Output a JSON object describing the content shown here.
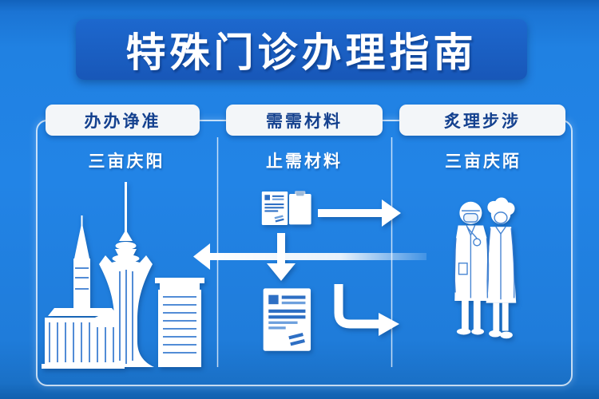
{
  "title": "特殊门诊办理指南",
  "columns": [
    {
      "tab": "办办诤准",
      "label": "三亩庆阳",
      "icon": "city-skyline-icon"
    },
    {
      "tab": "需需材料",
      "label": "止需材料",
      "icon": "document-clipboard-icon"
    },
    {
      "tab": "炙理步涉",
      "label": "三亩庆陌",
      "icon": "doctor-and-patient-icon"
    }
  ],
  "icons": {
    "left_column": "city-skyline-icon",
    "middle_top": "document-clipboard-icon",
    "middle_bottom": "application-form-icon",
    "right_column": "doctor-and-patient-icon",
    "arrows": [
      "right-arrow-icon",
      "down-arrow-icon",
      "left-arrow-icon",
      "curved-right-arrow-icon"
    ]
  },
  "colors": {
    "background": "#2284e6",
    "banner": "#1a5fc4",
    "tab_background": "#f3f6f9",
    "tab_text": "#14418f",
    "label_text": "#ffffff",
    "icon_fill": "#ffffff",
    "icon_detail": "#2e6fc4",
    "border": "#ffffff"
  }
}
